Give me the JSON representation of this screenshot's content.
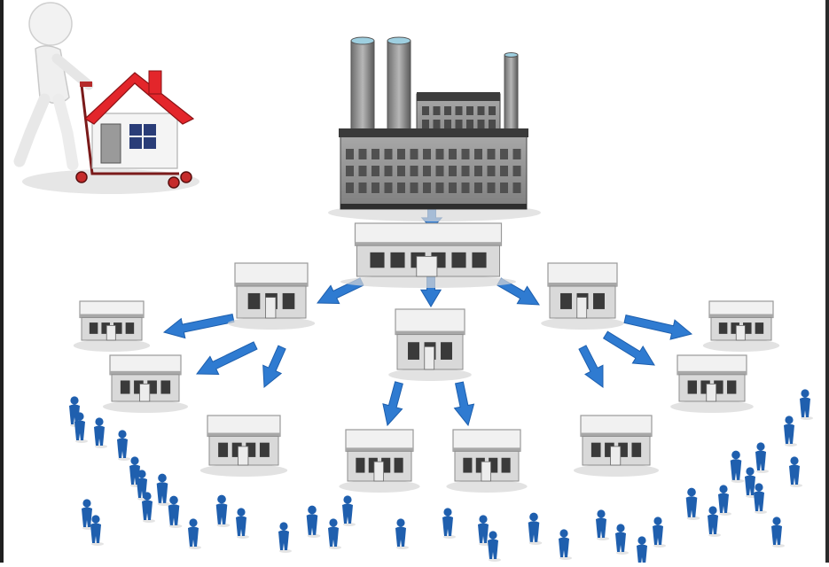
{
  "diagram": {
    "nodes": [
      {
        "id": "buyer",
        "kind": "person-with-house-cart-icon"
      },
      {
        "id": "factory",
        "kind": "factory-icon"
      },
      {
        "id": "central-warehouse",
        "kind": "warehouse-icon"
      },
      {
        "id": "dc-left",
        "kind": "warehouse-icon"
      },
      {
        "id": "dc-center",
        "kind": "warehouse-icon"
      },
      {
        "id": "dc-right",
        "kind": "warehouse-icon"
      },
      {
        "id": "store-1",
        "kind": "store-icon"
      },
      {
        "id": "store-2",
        "kind": "store-icon"
      },
      {
        "id": "store-3",
        "kind": "store-icon"
      },
      {
        "id": "store-4",
        "kind": "store-icon"
      },
      {
        "id": "store-5",
        "kind": "store-icon"
      },
      {
        "id": "store-6",
        "kind": "store-icon"
      },
      {
        "id": "store-7",
        "kind": "store-icon"
      },
      {
        "id": "store-8",
        "kind": "store-icon"
      }
    ],
    "edges": [
      {
        "from": "factory",
        "to": "central-warehouse"
      },
      {
        "from": "central-warehouse",
        "to": "dc-left"
      },
      {
        "from": "central-warehouse",
        "to": "dc-center"
      },
      {
        "from": "central-warehouse",
        "to": "dc-right"
      },
      {
        "from": "dc-left",
        "to": "store-1"
      },
      {
        "from": "dc-left",
        "to": "store-2"
      },
      {
        "from": "dc-left",
        "to": "store-3"
      },
      {
        "from": "dc-center",
        "to": "store-4"
      },
      {
        "from": "dc-center",
        "to": "store-5"
      },
      {
        "from": "dc-right",
        "to": "store-6"
      },
      {
        "from": "dc-right",
        "to": "store-7"
      },
      {
        "from": "dc-right",
        "to": "store-8"
      }
    ],
    "colors": {
      "arrow": "#2f7bd1",
      "customer": "#1f5fae",
      "roof": "#f1f1f1",
      "wall": "#d9d9d9",
      "window": "#3a3a3a",
      "house_roof": "#e3262b"
    }
  }
}
